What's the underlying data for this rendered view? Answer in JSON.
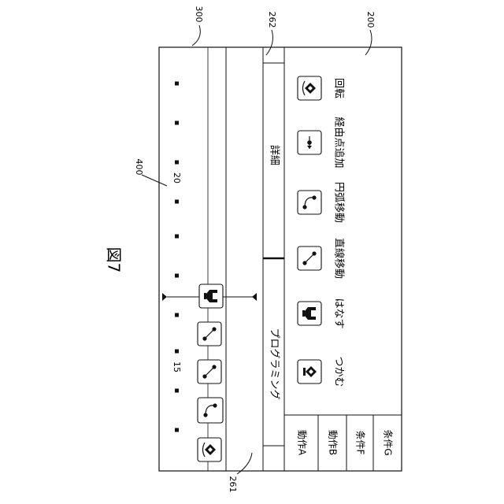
{
  "figure": {
    "title": "図7",
    "refs": {
      "timeline": "300",
      "details_tab": "262",
      "palette": "200",
      "timeline_marker": "400",
      "programming_tab": "261"
    }
  },
  "timeline": {
    "markers": [
      "15",
      "20"
    ],
    "blocks": [
      {
        "icon": "rotate-icon"
      },
      {
        "icon": "arc-move-icon"
      },
      {
        "icon": "linear-move-icon"
      },
      {
        "icon": "linear-move-icon"
      },
      {
        "icon": "release-icon"
      }
    ]
  },
  "tabs": {
    "programming": "プログラミング",
    "details": "詳細"
  },
  "palette": {
    "items": [
      {
        "label": "つかむ",
        "icon": "grab-icon"
      },
      {
        "label": "はなす",
        "icon": "release-icon"
      },
      {
        "label": "直線移動",
        "icon": "linear-move-icon"
      },
      {
        "label": "円弧移動",
        "icon": "arc-move-icon"
      },
      {
        "label": "経由点追加",
        "icon": "waypoint-add-icon"
      },
      {
        "label": "回転",
        "icon": "rotate-icon"
      }
    ]
  },
  "sidebar": {
    "items": [
      {
        "label": "動作A"
      },
      {
        "label": "動作B"
      },
      {
        "label": "条件F"
      },
      {
        "label": "条件G"
      }
    ]
  }
}
